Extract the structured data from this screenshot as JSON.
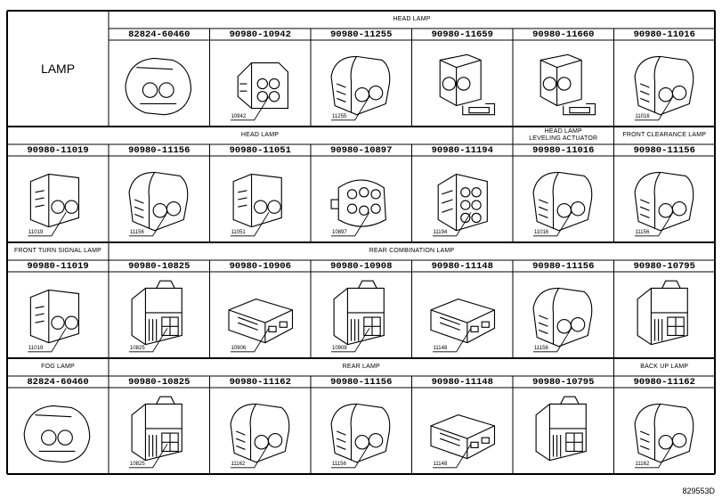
{
  "title": "LAMP",
  "footer_code": "829553D",
  "groups": [
    {
      "row": 0,
      "start": 1,
      "span": 6,
      "label": "HEAD LAMP"
    },
    {
      "row": 1,
      "start": 0,
      "span": 5,
      "label": "HEAD LAMP"
    },
    {
      "row": 1,
      "start": 5,
      "span": 1,
      "label": "HEAD LAMP\nLEVELING ACTUATOR"
    },
    {
      "row": 1,
      "start": 6,
      "span": 1,
      "label": "FRONT CLEARANCE LAMP"
    },
    {
      "row": 2,
      "start": 0,
      "span": 1,
      "label": "FRONT TURN SIGNAL LAMP"
    },
    {
      "row": 2,
      "start": 1,
      "span": 6,
      "label": "REAR COMBINATION LAMP"
    },
    {
      "row": 3,
      "start": 0,
      "span": 1,
      "label": "FOG LAMP"
    },
    {
      "row": 3,
      "start": 1,
      "span": 5,
      "label": "REAR LAMP"
    },
    {
      "row": 3,
      "start": 6,
      "span": 1,
      "label": "BACK UP LAMP"
    }
  ],
  "rows": [
    [
      null,
      {
        "part": "82824-60460",
        "icon": "connector-2pin-round-icon",
        "callout": ""
      },
      {
        "part": "90980-10942",
        "icon": "connector-4pin-icon",
        "callout": "10942"
      },
      {
        "part": "90980-11255",
        "icon": "connector-2pin-housing-icon",
        "callout": "11255"
      },
      {
        "part": "90980-11659",
        "icon": "connector-latch-icon",
        "callout": ""
      },
      {
        "part": "90980-11660",
        "icon": "connector-latch-icon",
        "callout": ""
      },
      {
        "part": "90980-11016",
        "icon": "connector-2pin-housing-icon",
        "callout": "11016"
      }
    ],
    [
      {
        "part": "90980-11019",
        "icon": "connector-2pin-icon",
        "callout": "11019"
      },
      {
        "part": "90980-11156",
        "icon": "connector-2pin-housing-icon",
        "callout": "11156"
      },
      {
        "part": "90980-11051",
        "icon": "connector-2pin-icon",
        "callout": "11051"
      },
      {
        "part": "90980-10897",
        "icon": "connector-6pin-round-icon",
        "callout": "10897"
      },
      {
        "part": "90980-11194",
        "icon": "connector-6pin-icon",
        "callout": "11194"
      },
      {
        "part": "90980-11016",
        "icon": "connector-2pin-housing-icon",
        "callout": "11016"
      },
      {
        "part": "90980-11156",
        "icon": "connector-2pin-housing-icon",
        "callout": "11156"
      }
    ],
    [
      {
        "part": "90980-11019",
        "icon": "connector-2pin-icon",
        "callout": "11019"
      },
      {
        "part": "90980-10825",
        "icon": "connector-box-icon",
        "callout": "10825"
      },
      {
        "part": "90980-10906",
        "icon": "connector-flat-icon",
        "callout": "10906"
      },
      {
        "part": "90980-10908",
        "icon": "connector-box-icon",
        "callout": "10908"
      },
      {
        "part": "90980-11148",
        "icon": "connector-flat-icon",
        "callout": "11148"
      },
      {
        "part": "90980-11156",
        "icon": "connector-2pin-housing-icon",
        "callout": "11156"
      },
      {
        "part": "90980-10795",
        "icon": "connector-box-icon",
        "callout": ""
      }
    ],
    [
      {
        "part": "82824-60460",
        "icon": "connector-2pin-round-icon",
        "callout": ""
      },
      {
        "part": "90980-10825",
        "icon": "connector-box-icon",
        "callout": "10825"
      },
      {
        "part": "90980-11162",
        "icon": "connector-2pin-housing-icon",
        "callout": "11162"
      },
      {
        "part": "90980-11156",
        "icon": "connector-2pin-housing-icon",
        "callout": "11156"
      },
      {
        "part": "90980-11148",
        "icon": "connector-flat-icon",
        "callout": "11148"
      },
      {
        "part": "90980-10795",
        "icon": "connector-box-icon",
        "callout": ""
      },
      {
        "part": "90980-11162",
        "icon": "connector-2pin-housing-icon",
        "callout": "11162"
      }
    ]
  ]
}
